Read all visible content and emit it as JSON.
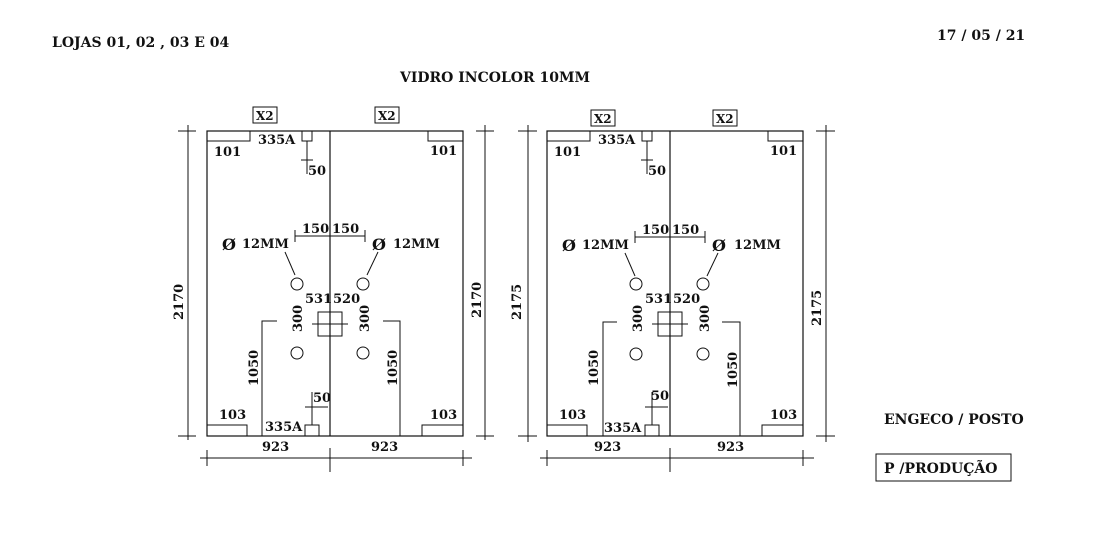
{
  "header": {
    "title_left": "LOJAS 01, 02 , 03 E 04",
    "date": "17 / 05 / 21",
    "material": "VIDRO INCOLOR 10MM"
  },
  "panels": [
    {
      "qty_left": "X2",
      "qty_right": "X2",
      "notch_top": "335A",
      "notch_bottom": "335A",
      "corner_top_left": "101",
      "corner_top_right": "101",
      "corner_bottom_left": "103",
      "corner_bottom_right": "103",
      "dim_50_top": "50",
      "dim_50_bottom": "50",
      "hole_left": "12MM",
      "hole_right": "12MM",
      "diameter_symbol": "Ø",
      "dim_150_left": "150",
      "dim_150_right": "150",
      "dim_531": "531",
      "dim_520": "520",
      "dim_300_left": "300",
      "dim_300_right": "300",
      "dim_1050_left": "1050",
      "dim_1050_right": "1050",
      "height_left": "2170",
      "height_right": "2170",
      "width_left": "923",
      "width_right": "923"
    },
    {
      "qty_left": "X2",
      "qty_right": "X2",
      "notch_top": "335A",
      "notch_bottom": "335A",
      "corner_top_left": "101",
      "corner_top_right": "101",
      "corner_bottom_left": "103",
      "corner_bottom_right": "103",
      "dim_50_top": "50",
      "dim_50_bottom": "50",
      "hole_left": "12MM",
      "hole_right": "12MM",
      "diameter_symbol": "Ø",
      "dim_150_left": "150",
      "dim_150_right": "150",
      "dim_531": "531",
      "dim_520": "520",
      "dim_300_left": "300",
      "dim_300_right": "300",
      "dim_1050_left": "1050",
      "dim_1050_right": "1050",
      "height_left": "2175",
      "height_right": "2175",
      "width_left": "923",
      "width_right": "923"
    }
  ],
  "footer": {
    "client": "ENGECO / POSTO",
    "stamp": "P /PRODUÇÃO"
  }
}
